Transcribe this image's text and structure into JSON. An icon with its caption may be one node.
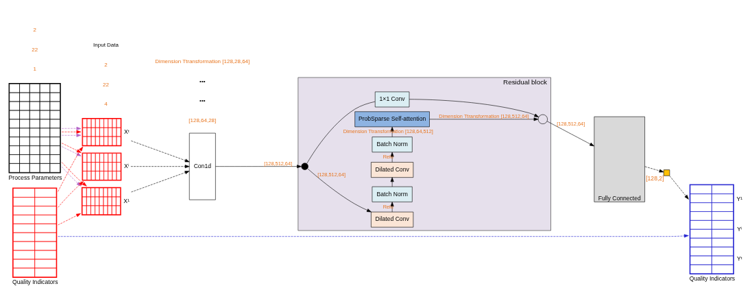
{
  "diagram": {
    "nodes": [
      {
        "text": [
          "Process Parameters"
        ]
      },
      {
        "text": [
          "Quality Indicators"
        ]
      },
      {
        "text": [],
        "shape": "grid",
        "beside": [
          "X¹"
        ]
      },
      {
        "text": [],
        "shape": "grid",
        "beside": [
          "Xⁱ"
        ]
      },
      {
        "text": [],
        "shape": "grid",
        "beside": [
          "Xᵗ"
        ]
      },
      {
        "text": [
          "Con1d"
        ]
      },
      {
        "text": [
          "Residual block"
        ]
      },
      {
        "text": [
          "ProbSparse Self-attention"
        ],
        "in": 6
      },
      {
        "text": [
          "Batch Norm"
        ],
        "in": 6
      },
      {
        "text": [
          "Dilated Conv"
        ],
        "in": 6
      },
      {
        "text": [
          "Batch Norm"
        ],
        "in": 6
      },
      {
        "text": [
          "Dilated Conv"
        ],
        "in": 6
      },
      {
        "text": [
          "1×1 Conv"
        ],
        "in": 6
      },
      {
        "text": [],
        "shape": "circle",
        "in": 6
      },
      {
        "text": [],
        "shape": "dot",
        "in": 6
      },
      {
        "text": [
          "Fully Connected"
        ]
      },
      {
        "text": [],
        "shape": "box",
        "beside": [
          "[128,2]"
        ]
      },
      {
        "text": [
          "Quality Indicators"
        ],
        "beside": [
          "Y¹",
          "Yⁱ",
          "Yᵗ"
        ]
      }
    ],
    "edges": [
      {
        "from": 0,
        "to": 2,
        "arrow": "to",
        "style": "dashed",
        "color": "#b565c8"
      },
      {
        "from": 0,
        "to": 2,
        "arrow": "to",
        "style": "dashed",
        "color": "#ff0000"
      },
      {
        "from": 1,
        "to": 2,
        "arrow": "to",
        "style": "dashed",
        "color": "#ff0000"
      },
      {
        "from": 0,
        "to": 3,
        "arrow": "to",
        "style": "dashed",
        "color": "#b565c8"
      },
      {
        "from": 0,
        "to": 3,
        "arrow": "to",
        "style": "dashed",
        "color": "#ff0000"
      },
      {
        "from": 1,
        "to": 3,
        "arrow": "to",
        "style": "dashed",
        "color": "#ff0000"
      },
      {
        "from": 0,
        "to": 4,
        "arrow": "to",
        "style": "dashed",
        "color": "#b565c8"
      },
      {
        "from": 0,
        "to": 4,
        "arrow": "to",
        "style": "dashed",
        "color": "#ff0000"
      },
      {
        "from": 1,
        "to": 4,
        "arrow": "to",
        "style": "dashed",
        "color": "#ff0000"
      },
      {
        "from": 0,
        "to": 4,
        "arrow": "to",
        "style": "dashed",
        "color": "#b565c8"
      },
      {
        "from": 1,
        "to": 17,
        "arrow": "to",
        "style": "dashed",
        "color": "#2020d0"
      },
      {
        "from": 2,
        "to": 5,
        "arrow": "to",
        "style": "dashed"
      },
      {
        "from": 3,
        "to": 5,
        "arrow": "to",
        "style": "dashed"
      },
      {
        "from": 4,
        "to": 5,
        "arrow": "to",
        "style": "dashed"
      },
      {
        "from": 5,
        "to": 14,
        "arrow": "to",
        "label": "[128,512,64]"
      },
      {
        "from": 14,
        "to": 11,
        "arrow": "to",
        "label": "[128,512,64]"
      },
      {
        "from": 11,
        "to": 10,
        "arrow": "to",
        "label": "Relu"
      },
      {
        "from": 10,
        "to": 9,
        "arrow": "to"
      },
      {
        "from": 9,
        "to": 8,
        "arrow": "to",
        "label": "Relu"
      },
      {
        "from": 8,
        "to": 7,
        "arrow": "to",
        "label": "Dimension Ttransformation [128,64,512]"
      },
      {
        "from": 14,
        "to": 12,
        "arrow": "none"
      },
      {
        "from": 12,
        "to": 13,
        "arrow": "to"
      },
      {
        "from": 7,
        "to": 13,
        "arrow": "to",
        "label": "Dimension Ttransformation [128,512,64]"
      },
      {
        "from": 13,
        "to": 15,
        "arrow": "to",
        "label": "[128,512,64]"
      },
      {
        "from": 15,
        "to": 16,
        "arrow": "to",
        "style": "dashed"
      },
      {
        "from": 16,
        "to": 17,
        "arrow": "to",
        "style": "dashed"
      }
    ],
    "labels": [
      "[128,64,28]",
      "•••",
      "•••",
      "Dimension Ttransformation [128,28,64]",
      "1",
      "22",
      "2",
      "4",
      "22",
      "2",
      "Input Data"
    ]
  }
}
